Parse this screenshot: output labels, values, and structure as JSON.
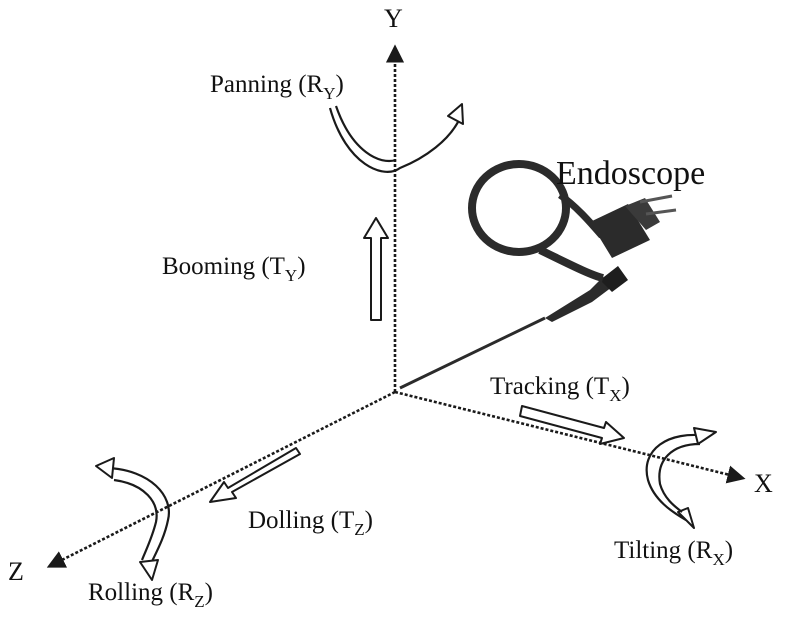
{
  "axes": {
    "x": "X",
    "y": "Y",
    "z": "Z"
  },
  "motions": {
    "panning": {
      "text": "Panning (R",
      "sub": "Y",
      "close": ")"
    },
    "booming": {
      "text": "Booming (T",
      "sub": "Y",
      "close": ")"
    },
    "tracking": {
      "text": "Tracking (T",
      "sub": "X",
      "close": ")"
    },
    "tilting": {
      "text": "Tilting (R",
      "sub": "X",
      "close": ")"
    },
    "dolling": {
      "text": "Dolling (T",
      "sub": "Z",
      "close": ")"
    },
    "rolling": {
      "text": "Rolling (R",
      "sub": "Z",
      "close": ")"
    }
  },
  "endoscope_label": "Endoscope",
  "colors": {
    "ink": "#1a1a1a",
    "endoscope_body": "#2b2b2b",
    "background": "#ffffff"
  }
}
